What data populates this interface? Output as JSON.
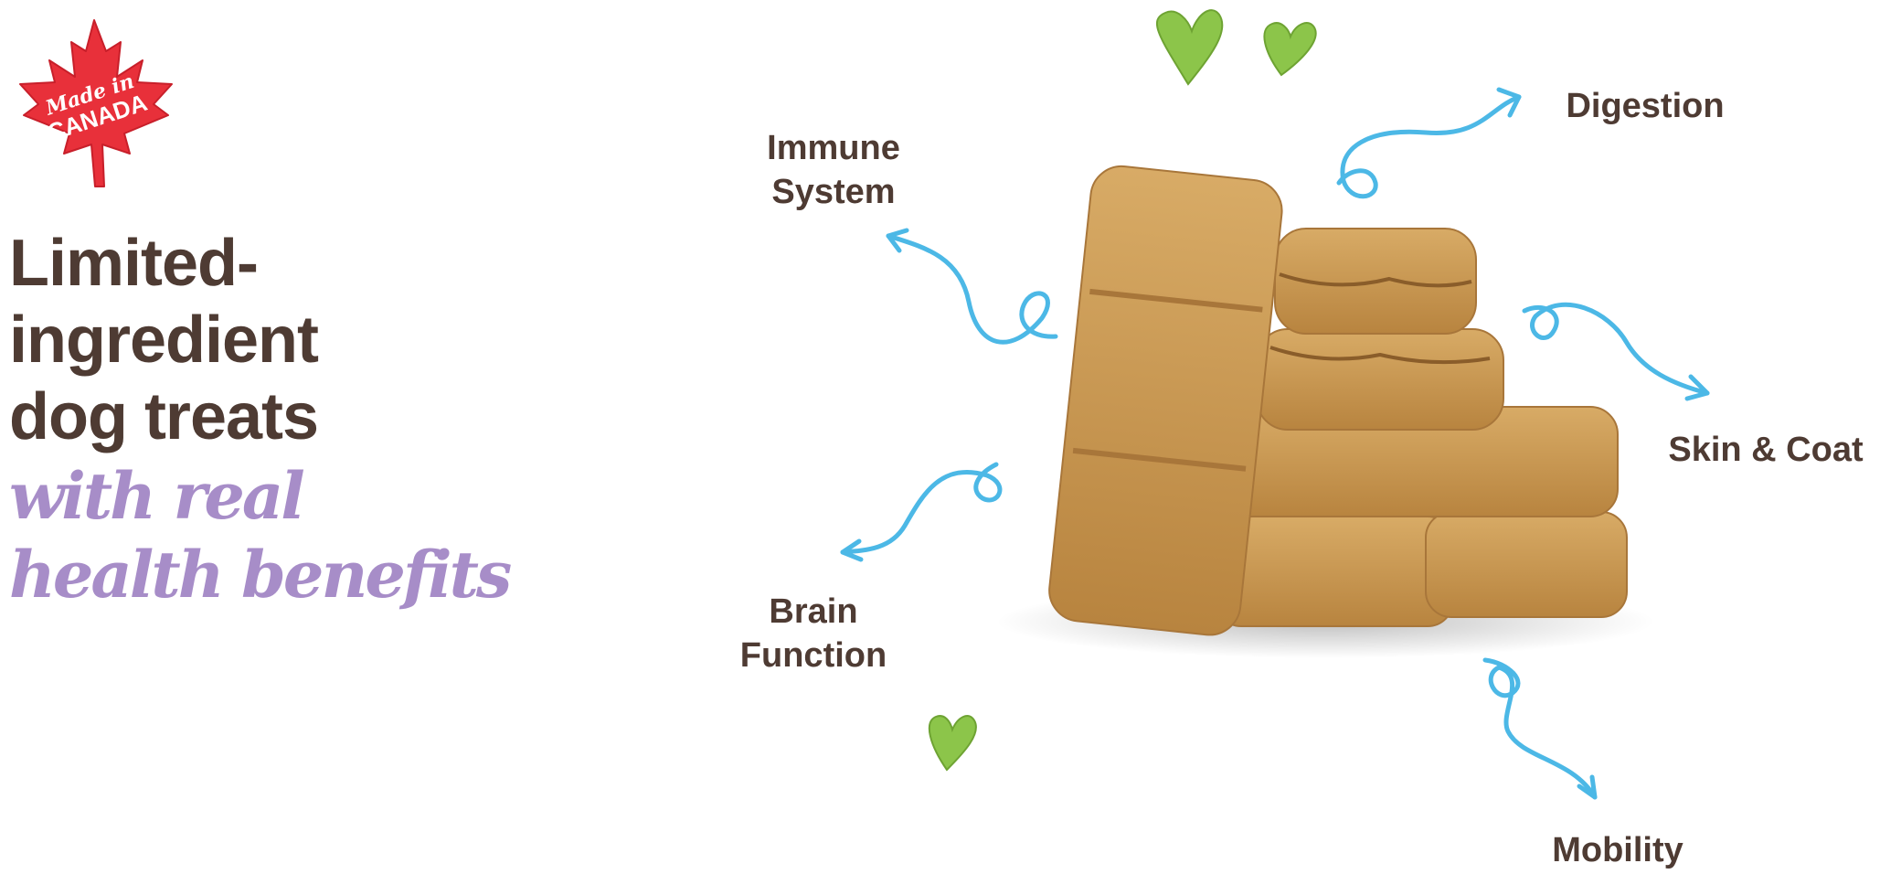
{
  "badge": {
    "line1": "Made in",
    "line2": "CANADA"
  },
  "headline": {
    "lines": [
      "Limited-",
      "ingredient",
      "dog treats"
    ]
  },
  "tagline": {
    "lines": [
      "with real",
      "health benefits"
    ]
  },
  "benefits": {
    "immune": {
      "line1": "Immune",
      "line2": "System"
    },
    "brain": {
      "line1": "Brain",
      "line2": "Function"
    },
    "digestion": {
      "label": "Digestion"
    },
    "skin": {
      "label": "Skin & Coat"
    },
    "mobility": {
      "label": "Mobility"
    }
  },
  "colors": {
    "brand_brown": "#4e3b33",
    "accent_purple": "#a78dc8",
    "arrow_blue": "#4cb8e6",
    "heart_green": "#8cc54a",
    "maple_red": "#e8303a",
    "treat_tan": "#c99a57"
  },
  "icons": [
    "maple-leaf-icon",
    "heart-icon",
    "curly-arrow-icon"
  ]
}
